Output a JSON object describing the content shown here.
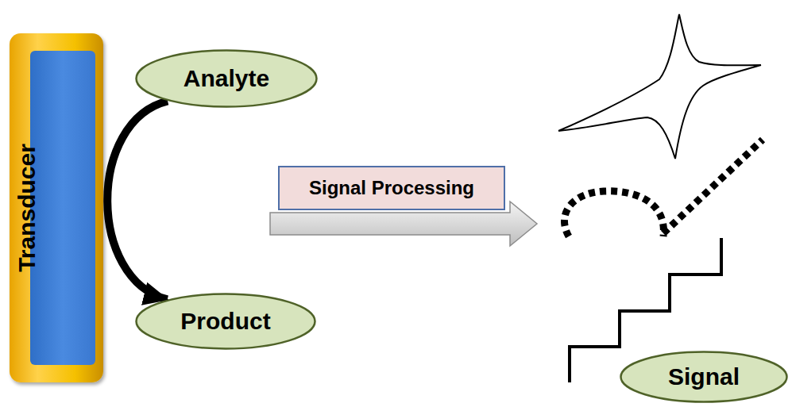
{
  "diagram": {
    "nodes": [
      {
        "text": [
          "Transducer"
        ]
      },
      {
        "text": [
          "Analyte"
        ]
      },
      {
        "text": [
          "Product"
        ]
      },
      {
        "text": [
          "Signal Processing"
        ]
      },
      {
        "text": [
          "Signal"
        ]
      }
    ],
    "edges": [
      {
        "from": 1,
        "to": 2,
        "arrow": "to"
      }
    ]
  }
}
